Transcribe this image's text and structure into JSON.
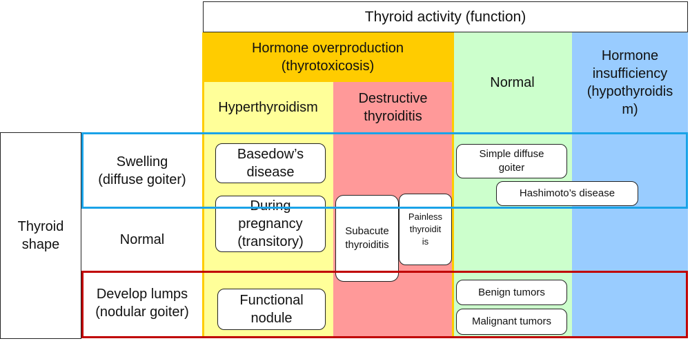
{
  "header": {
    "activity": "Thyroid activity (function)",
    "overproduction": "Hormone overproduction\n(thyrotoxicosis)",
    "hyperthyroidism": "Hyperthyroidism",
    "destructive": "Destructive\nthyroiditis",
    "normal": "Normal",
    "insufficiency": "Hormone\ninsufficiency\n(hypothyroidis\nm)"
  },
  "rows": {
    "shape": "Thyroid\nshape",
    "swelling": "Swelling\n(diffuse goiter)",
    "normal": "Normal",
    "lumps": "Develop lumps\n(nodular goiter)"
  },
  "diseases": {
    "basedow": "Basedow’s\ndisease",
    "pregnancy": "During\npregnancy\n(transitory)",
    "subacute": "Subacute\nthyroiditis",
    "painless": "Painless\nthyroidit\nis",
    "simple_goiter": "Simple diffuse\ngoiter",
    "hashimoto": "Hashimoto’s disease",
    "functional_nodule": "Functional\nnodule",
    "benign": "Benign tumors",
    "malignant": "Malignant tumors"
  },
  "colors": {
    "overproduction": "#ffcc00",
    "hyperthyroidism": "#ffff99",
    "destructive": "#ff9999",
    "normal": "#ccffcc",
    "insufficiency": "#99ccff",
    "swelling_border": "#1aa3e8",
    "lumps_border": "#c00000"
  }
}
